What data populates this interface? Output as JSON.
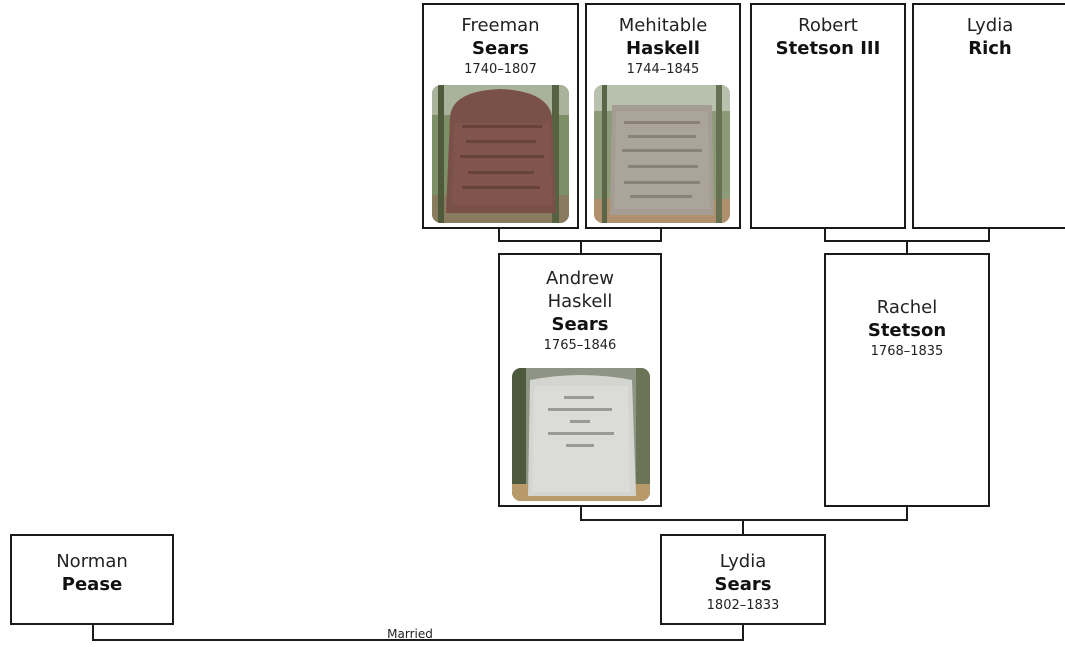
{
  "people": {
    "freeman": {
      "given": "Freeman",
      "surname": "Sears",
      "dates": "1740–1807",
      "photo": "gravestone-photo"
    },
    "mehitable": {
      "given": "Mehitable",
      "surname": "Haskell",
      "dates": "1744–1845",
      "photo": "gravestone-photo"
    },
    "robert": {
      "given": "Robert",
      "surname": "Stetson III"
    },
    "lydia_rich": {
      "given": "Lydia",
      "surname": "Rich"
    },
    "andrew": {
      "given": "Andrew Haskell",
      "surname": "Sears",
      "dates": "1765–1846",
      "photo": "gravestone-photo"
    },
    "rachel": {
      "given": "Rachel",
      "surname": "Stetson",
      "dates": "1768–1835"
    },
    "norman": {
      "given": "Norman",
      "surname": "Pease"
    },
    "lydia_sears": {
      "given": "Lydia",
      "surname": "Sears",
      "dates": "1802–1833"
    }
  },
  "relationship_label": "Married",
  "colors": {
    "border": "#1a1a1a",
    "background": "#ffffff",
    "text": "#222222"
  }
}
